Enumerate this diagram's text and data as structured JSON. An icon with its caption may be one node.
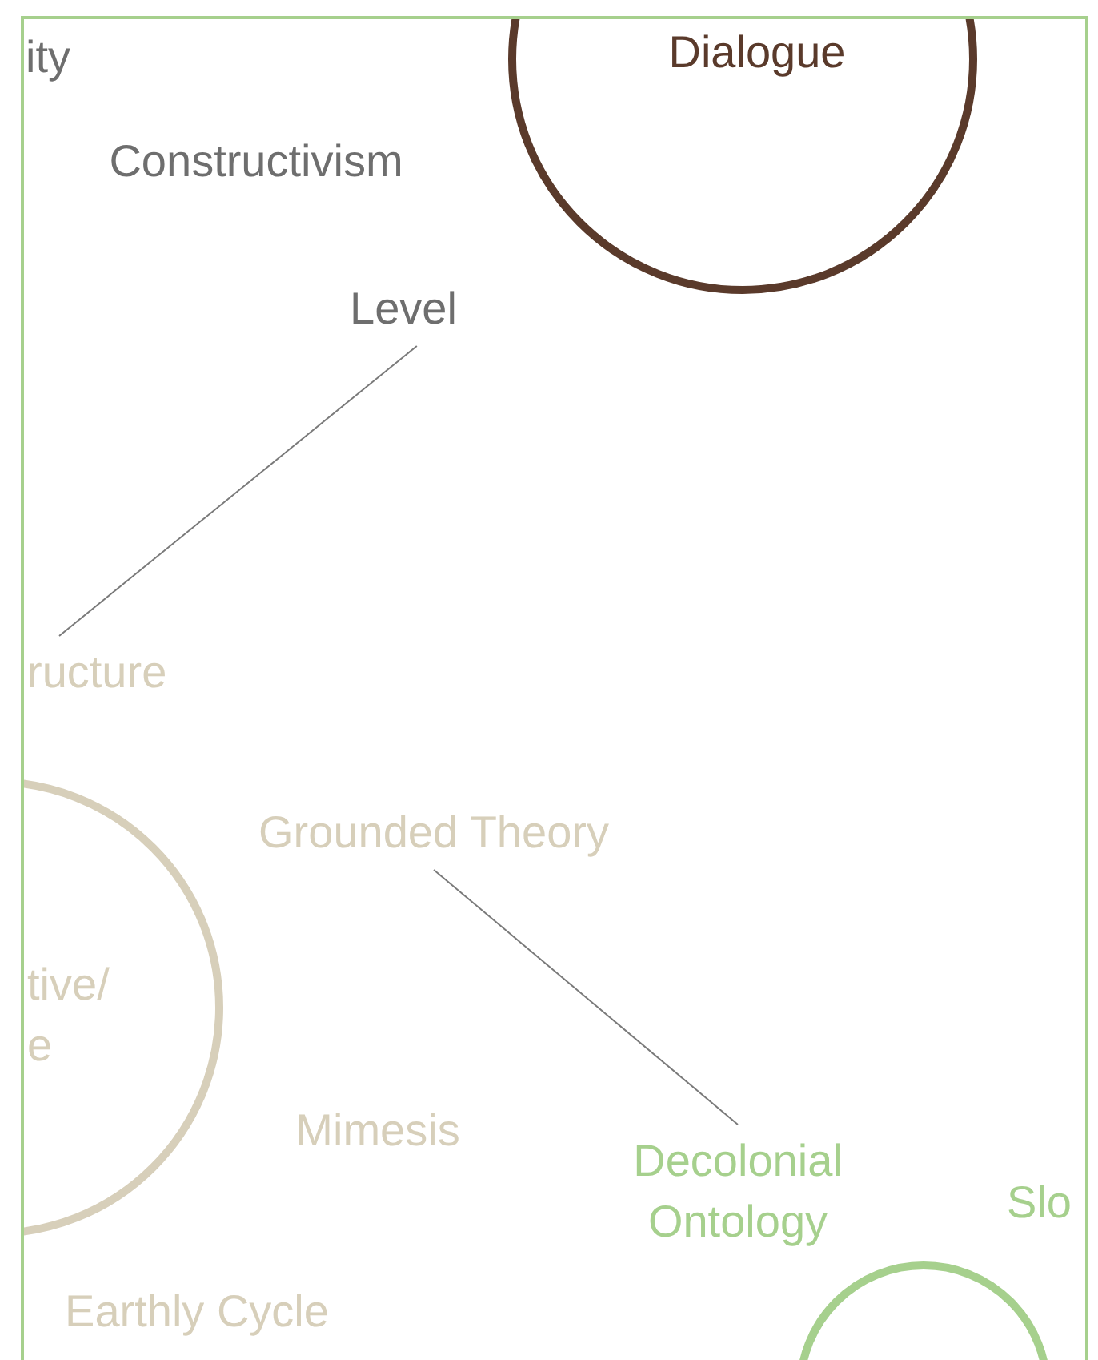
{
  "diagram": {
    "nodes": [
      {
        "text": [
          "Dialogue"
        ]
      },
      {
        "text": [
          "Constructivism"
        ]
      },
      {
        "text": [
          "Level"
        ]
      },
      {
        "text": [
          "ructure"
        ]
      },
      {
        "text": [
          "tive/ e"
        ]
      },
      {
        "text": [
          "Grounded Theory"
        ]
      },
      {
        "text": [
          "Mimesis"
        ]
      },
      {
        "text": [
          "Decolonial Ontology"
        ]
      },
      {
        "text": [
          "Slo"
        ]
      },
      {
        "text": [
          "Earthly Cycle"
        ]
      },
      {
        "text": [],
        "shape": "circle"
      }
    ],
    "edges": [
      {
        "from": 2,
        "to": 3,
        "arrow": "none"
      },
      {
        "from": 5,
        "to": 7,
        "arrow": "none"
      }
    ],
    "labels": [
      "ity"
    ]
  }
}
